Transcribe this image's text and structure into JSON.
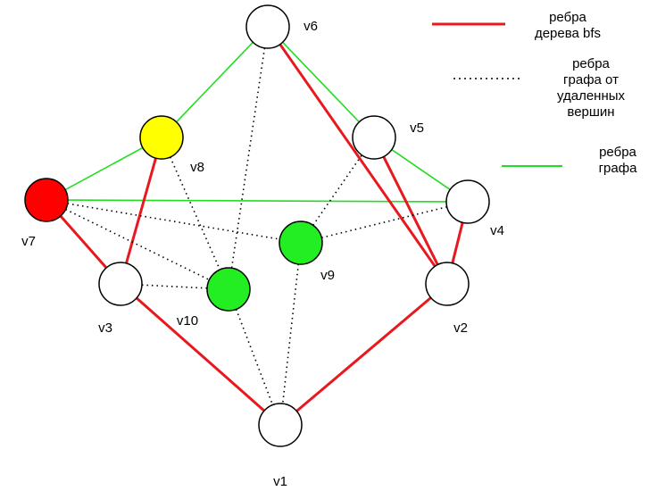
{
  "legend": {
    "tree_edges": [
      "ребра",
      "дерева bfs"
    ],
    "removed_edges": [
      "ребра",
      "графа от",
      "удаленных",
      "вершин"
    ],
    "graph_edges": [
      "ребра",
      "графа"
    ]
  },
  "colors": {
    "tree_edge": "#e8191e",
    "graph_edge": "#22dd22",
    "removed_edge": "#000000",
    "node_default": "#ffffff",
    "node_red": "#ff0000",
    "node_yellow": "#ffff00",
    "node_green": "#22ee22"
  },
  "nodes": [
    {
      "id": "v1",
      "label": "v1",
      "color": "node_default"
    },
    {
      "id": "v2",
      "label": "v2",
      "color": "node_default"
    },
    {
      "id": "v3",
      "label": "v3",
      "color": "node_default"
    },
    {
      "id": "v4",
      "label": "v4",
      "color": "node_default"
    },
    {
      "id": "v5",
      "label": "v5",
      "color": "node_default"
    },
    {
      "id": "v6",
      "label": "v6",
      "color": "node_default"
    },
    {
      "id": "v7",
      "label": "v7",
      "color": "node_red"
    },
    {
      "id": "v8",
      "label": "v8",
      "color": "node_yellow"
    },
    {
      "id": "v9",
      "label": "v9",
      "color": "node_green"
    },
    {
      "id": "v10",
      "label": "v10",
      "color": "node_green"
    }
  ],
  "edges": [
    {
      "from": "v6",
      "to": "v8",
      "type": "graph"
    },
    {
      "from": "v6",
      "to": "v5",
      "type": "graph"
    },
    {
      "from": "v5",
      "to": "v4",
      "type": "graph"
    },
    {
      "from": "v8",
      "to": "v7",
      "type": "graph"
    },
    {
      "from": "v7",
      "to": "v4",
      "type": "graph"
    },
    {
      "from": "v6",
      "to": "v2",
      "type": "tree"
    },
    {
      "from": "v5",
      "to": "v2",
      "type": "tree"
    },
    {
      "from": "v4",
      "to": "v2",
      "type": "tree"
    },
    {
      "from": "v2",
      "to": "v1",
      "type": "tree"
    },
    {
      "from": "v1",
      "to": "v3",
      "type": "tree"
    },
    {
      "from": "v3",
      "to": "v7",
      "type": "tree"
    },
    {
      "from": "v3",
      "to": "v8",
      "type": "tree"
    },
    {
      "from": "v6",
      "to": "v10",
      "type": "removed"
    },
    {
      "from": "v8",
      "to": "v10",
      "type": "removed"
    },
    {
      "from": "v3",
      "to": "v10",
      "type": "removed"
    },
    {
      "from": "v10",
      "to": "v1",
      "type": "removed"
    },
    {
      "from": "v7",
      "to": "v9",
      "type": "removed"
    },
    {
      "from": "v7",
      "to": "v10",
      "type": "removed"
    },
    {
      "from": "v9",
      "to": "v4",
      "type": "removed"
    },
    {
      "from": "v9",
      "to": "v5",
      "type": "removed"
    },
    {
      "from": "v9",
      "to": "v1",
      "type": "removed"
    }
  ]
}
